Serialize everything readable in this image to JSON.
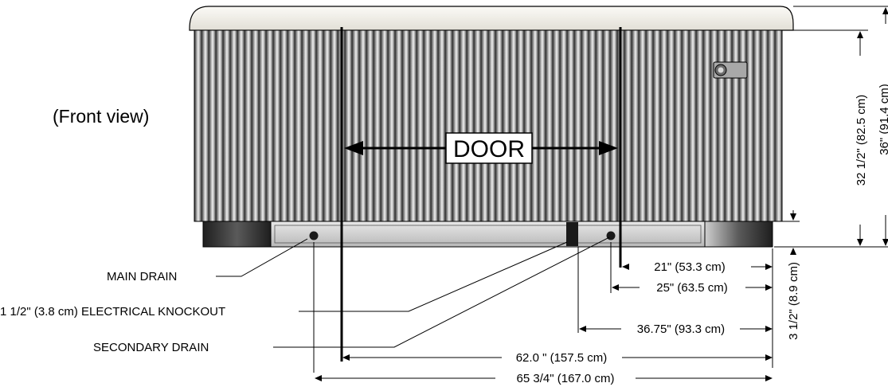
{
  "view_label": "(Front view)",
  "door_label": "DOOR",
  "callouts": {
    "main_drain": "MAIN DRAIN",
    "electrical_knockout": "1 1/2\" (3.8 cm) ELECTRICAL KNOCKOUT",
    "secondary_drain": "SECONDARY DRAIN"
  },
  "dimensions": {
    "d21": "21\" (53.3 cm)",
    "d25": "25\" (63.5 cm)",
    "d3675": "36.75\" (93.3 cm)",
    "d62": "62.0 \" (157.5 cm)",
    "d65": "65 3/4\" (167.0 cm)",
    "d3_5": "3 1/2\" (8.9 cm)",
    "d32_5": "32 1/2\" (82.5 cm)",
    "d36": "36\" (91.4 cm)"
  },
  "colors": {
    "line": "#000000",
    "cabinet_dark": "#3a3a3a",
    "cabinet_light": "#e6e6e6",
    "cover": "#f2f0ea",
    "skirt": "#cfcfcf"
  }
}
